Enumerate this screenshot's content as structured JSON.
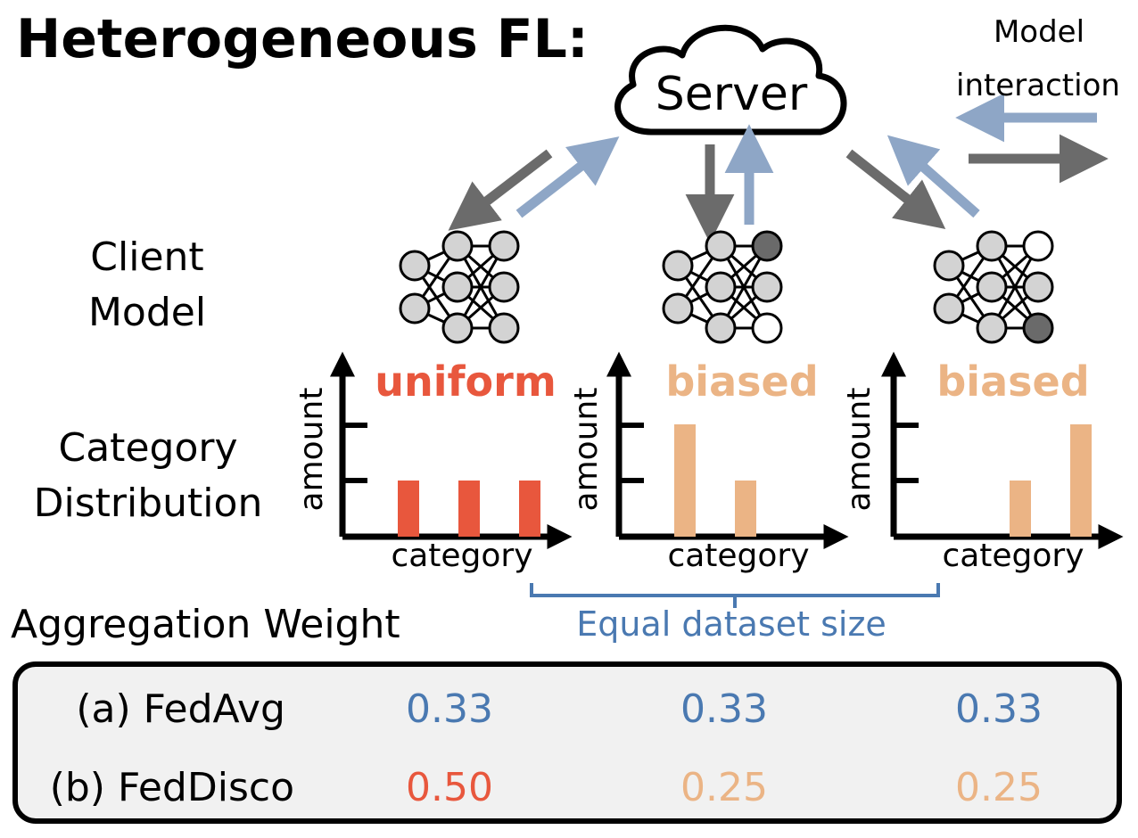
{
  "title": "Heterogeneous FL:",
  "server": {
    "label": "Server"
  },
  "legend": {
    "line1": "Model",
    "line2": "interaction"
  },
  "rows": {
    "client_model": "Client\nModel",
    "category_distribution": "Category\nDistribution"
  },
  "clients": [
    {
      "distribution": "uniform",
      "color": "#e8573d",
      "bars": [
        1,
        1,
        1
      ],
      "highlight_node": null
    },
    {
      "distribution": "biased",
      "color": "#ebb485",
      "bars": [
        2,
        1,
        0
      ],
      "highlight_node": "top"
    },
    {
      "distribution": "biased",
      "color": "#ebb485",
      "bars": [
        0,
        1,
        2
      ],
      "highlight_node": "bottom"
    }
  ],
  "axes": {
    "x_label": "category",
    "y_label": "amount"
  },
  "equal_size_label": "Equal dataset size",
  "aggregation_label": "Aggregation Weight",
  "weights": {
    "fedavg": {
      "label": "(a) FedAvg",
      "values": [
        "0.33",
        "0.33",
        "0.33"
      ]
    },
    "feddisco": {
      "label": "(b) FedDisco",
      "values": [
        "0.50",
        "0.25",
        "0.25"
      ]
    }
  },
  "colors": {
    "down_arrow": "#6b6b6b",
    "up_arrow": "#8ea6c6",
    "equal_blue": "#4a79b1",
    "uniform_red": "#e8573d",
    "biased_orange": "#ebb485",
    "node_gray": "#d3d3d3",
    "node_dark": "#6a6a6a"
  }
}
